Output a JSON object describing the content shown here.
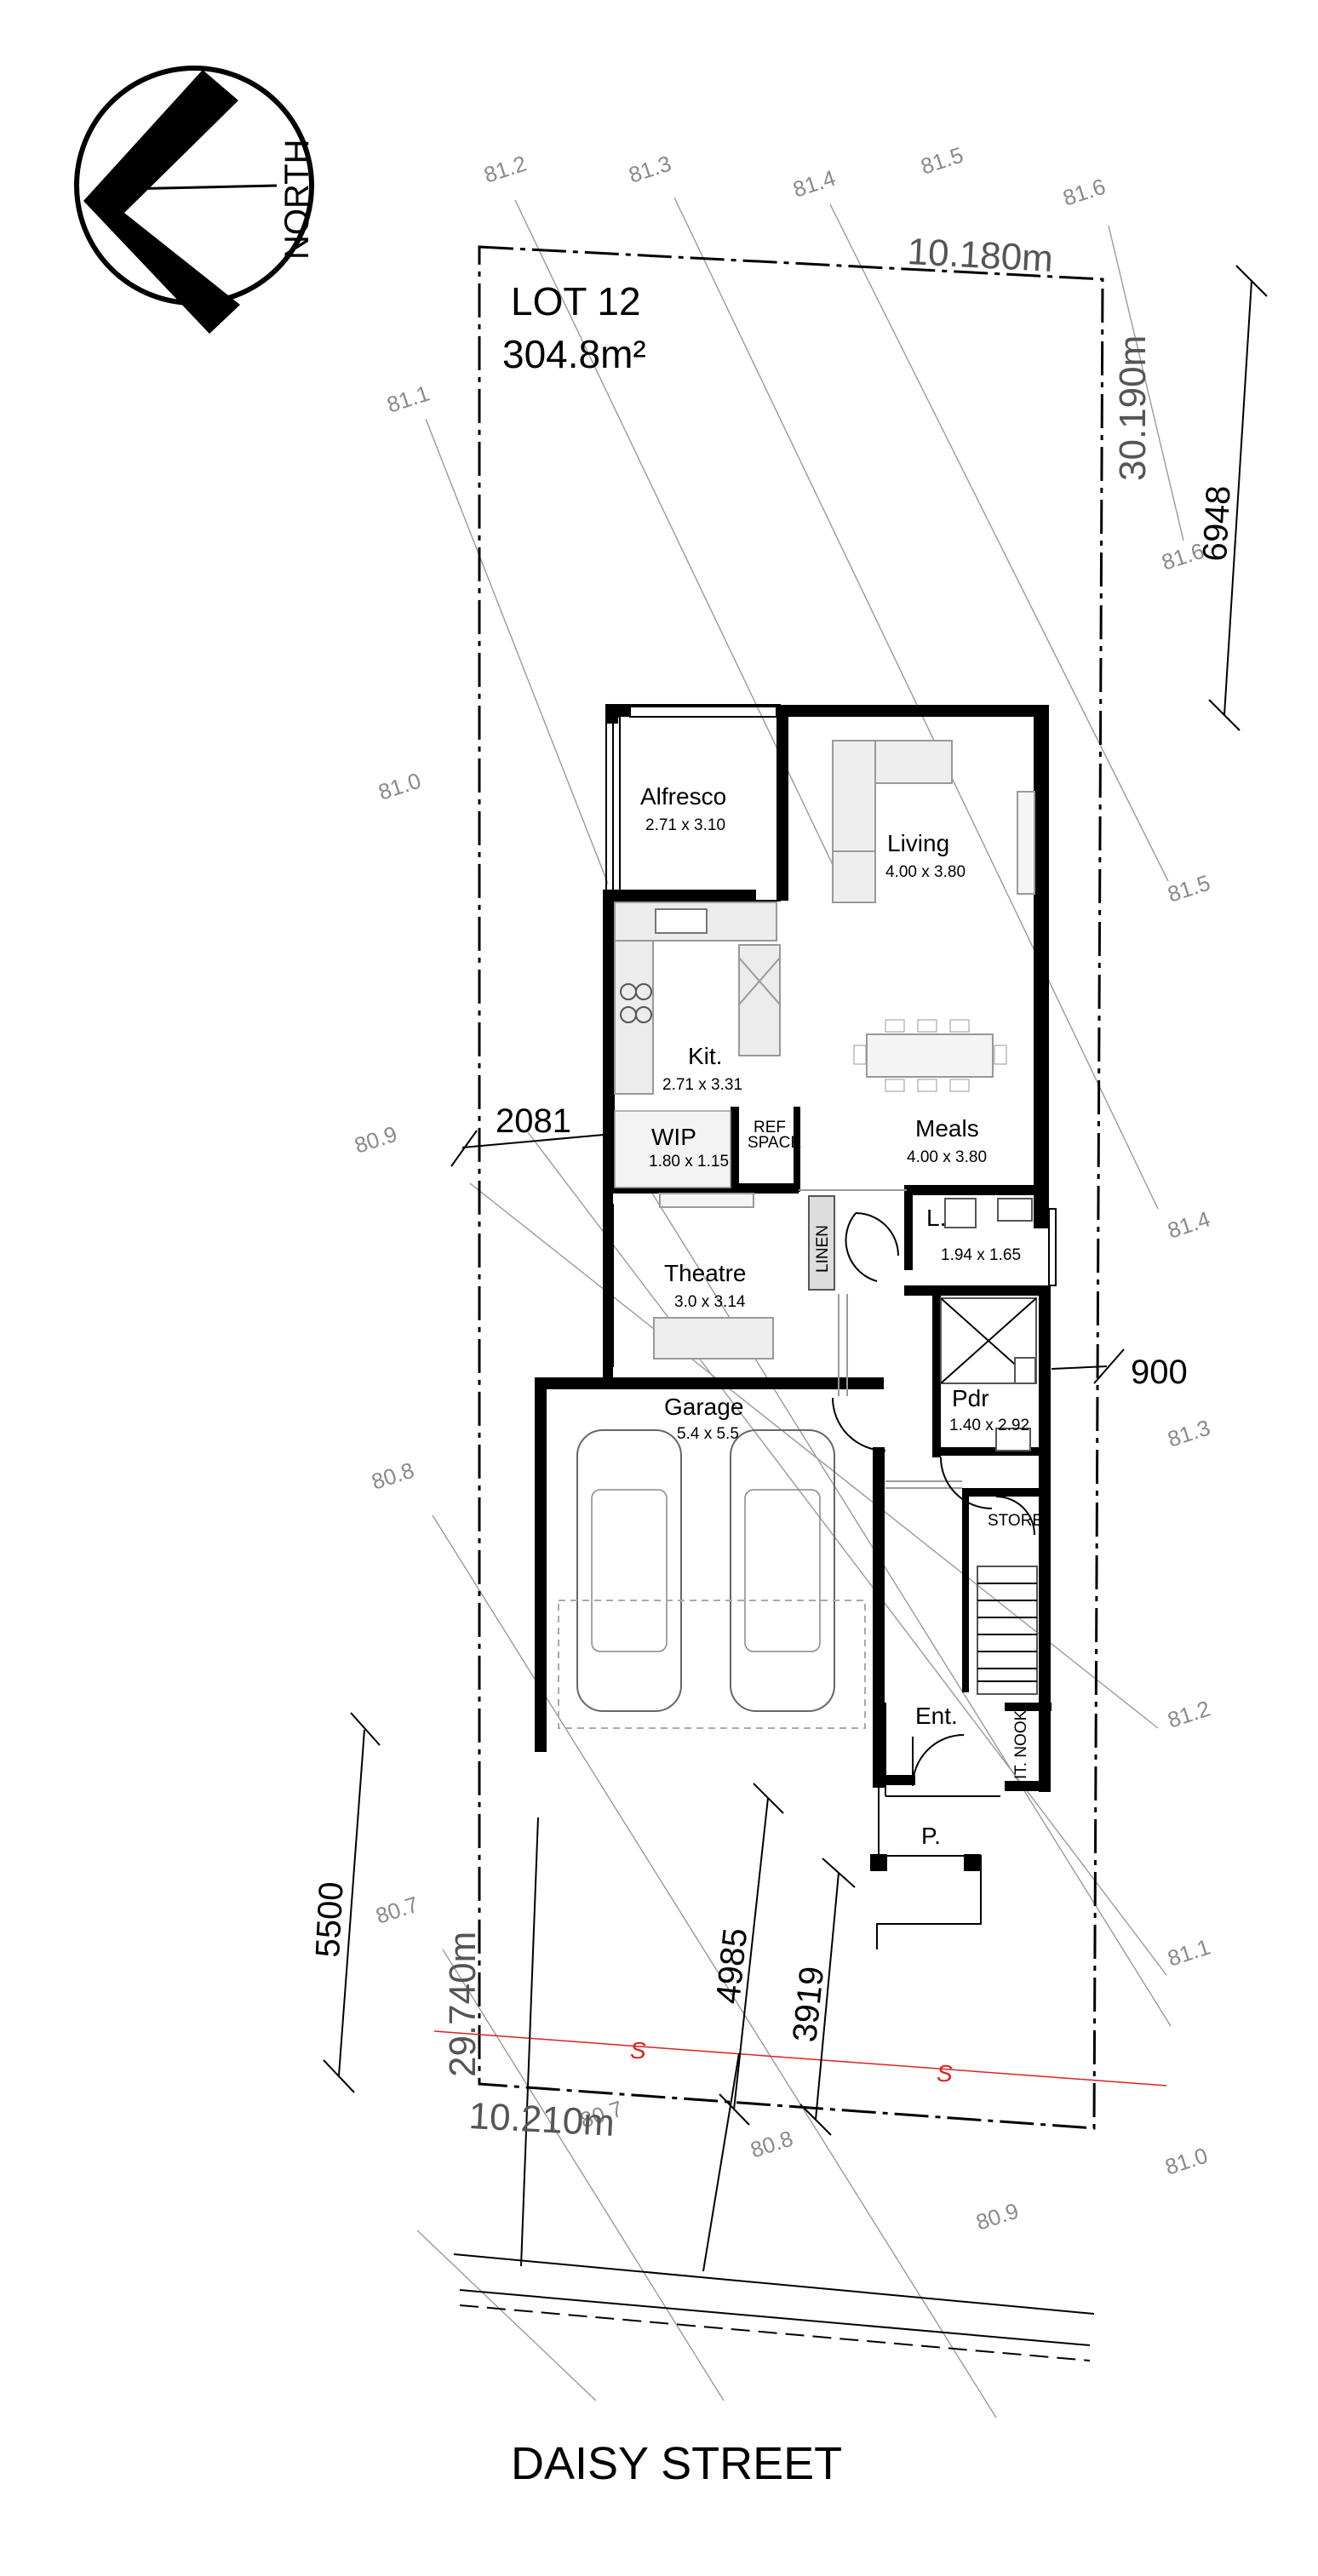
{
  "north": {
    "label": "NORTH"
  },
  "lot": {
    "name": "LOT 12",
    "area": "304.8m²"
  },
  "site_dimensions": {
    "top_width": "10.180m",
    "right_length": "30.190m",
    "bottom_width": "10.210m",
    "left_length": "29.740m"
  },
  "setbacks": {
    "rear": "6948",
    "side_left": "2081",
    "side_right": "900",
    "front_garage": "5500",
    "front_house": "4985",
    "front_porch": "3919"
  },
  "contours": {
    "top": [
      "81.2",
      "81.3",
      "81.4",
      "81.5",
      "81.6"
    ],
    "left": [
      "81.1",
      "81.0",
      "80.9",
      "80.8",
      "80.7"
    ],
    "right": [
      "81.6",
      "81.5",
      "81.4",
      "81.3",
      "81.2",
      "81.1",
      "81.0"
    ],
    "bottom": [
      "80.7",
      "80.8",
      "80.9"
    ]
  },
  "rooms": {
    "alfresco": {
      "name": "Alfresco",
      "dims": "2.71 x 3.10"
    },
    "living": {
      "name": "Living",
      "dims": "4.00 x 3.80"
    },
    "kitchen": {
      "name": "Kit.",
      "dims": "2.71 x 3.31"
    },
    "wip": {
      "name": "WIP",
      "dims": "1.80 x 1.15"
    },
    "ref": {
      "line1": "REF",
      "line2": "SPACE"
    },
    "meals": {
      "name": "Meals",
      "dims": "4.00 x 3.80"
    },
    "laundry": {
      "name": "L.",
      "dims": "1.94 x 1.65"
    },
    "linen": {
      "name": "LINEN"
    },
    "theatre": {
      "name": "Theatre",
      "dims": "3.0 x 3.14"
    },
    "garage": {
      "name": "Garage",
      "dims": "5.4 x 5.5"
    },
    "powder": {
      "name": "Pdr",
      "dims": "1.40 x 2.92"
    },
    "store": {
      "name": "STORE"
    },
    "entry": {
      "name": "Ent."
    },
    "nook": {
      "name": "IT. NOOK"
    },
    "porch": {
      "name": "P."
    }
  },
  "street": {
    "name": "DAISY STREET"
  }
}
